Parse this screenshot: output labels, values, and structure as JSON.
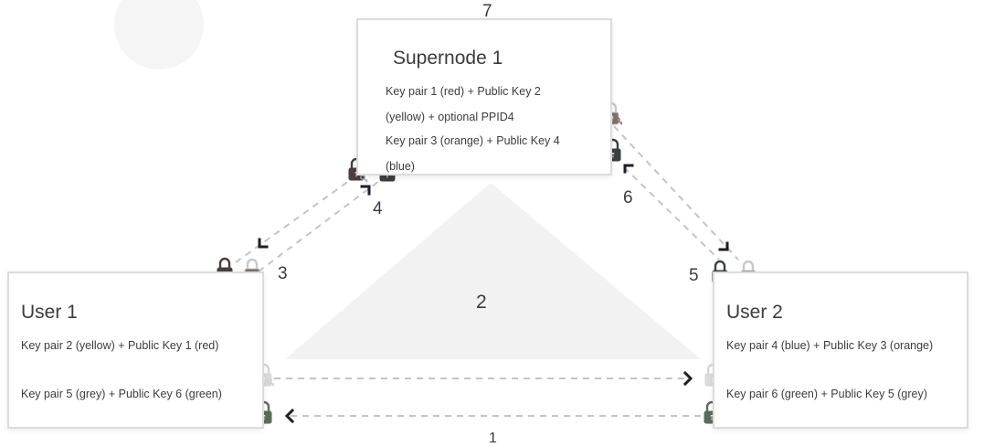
{
  "supernode": {
    "title": "Supernode 1",
    "lines": [
      "Key pair  1 (red) + Public Key 2",
      "(yellow) + optional PPID4",
      "Key pair  3 (orange) + Public Key 4",
      "(blue)"
    ]
  },
  "user1": {
    "title": "User 1",
    "lines": [
      "Key pair 2 (yellow) + Public Key 1 (red)",
      "Key pair 5 (grey) + Public Key 6 (green)"
    ]
  },
  "user2": {
    "title": "User 2",
    "lines": [
      "Key pair 4 (blue) + Public Key 3 (orange)",
      "Key pair 6 (green) + Public Key 5 (grey)"
    ]
  },
  "numbers": {
    "n1": "1",
    "n2": "2",
    "n3": "3",
    "n4": "4",
    "n5": "5",
    "n6": "6",
    "n7": "7"
  },
  "colors": {
    "lock_dark": "#4a3f3d",
    "lock_taupe": "#7d7069",
    "lock_charcoal": "#3a3f40",
    "lock_green": "#5b6b5e",
    "lock_light": "#c8c8c8",
    "arrow_dash": "#c4c4c4",
    "arrow_head": "#1e1e28",
    "triangle": "#f2f2f2"
  },
  "icons": [
    "padlock-icon",
    "key-icon",
    "arrow-head-icon"
  ]
}
